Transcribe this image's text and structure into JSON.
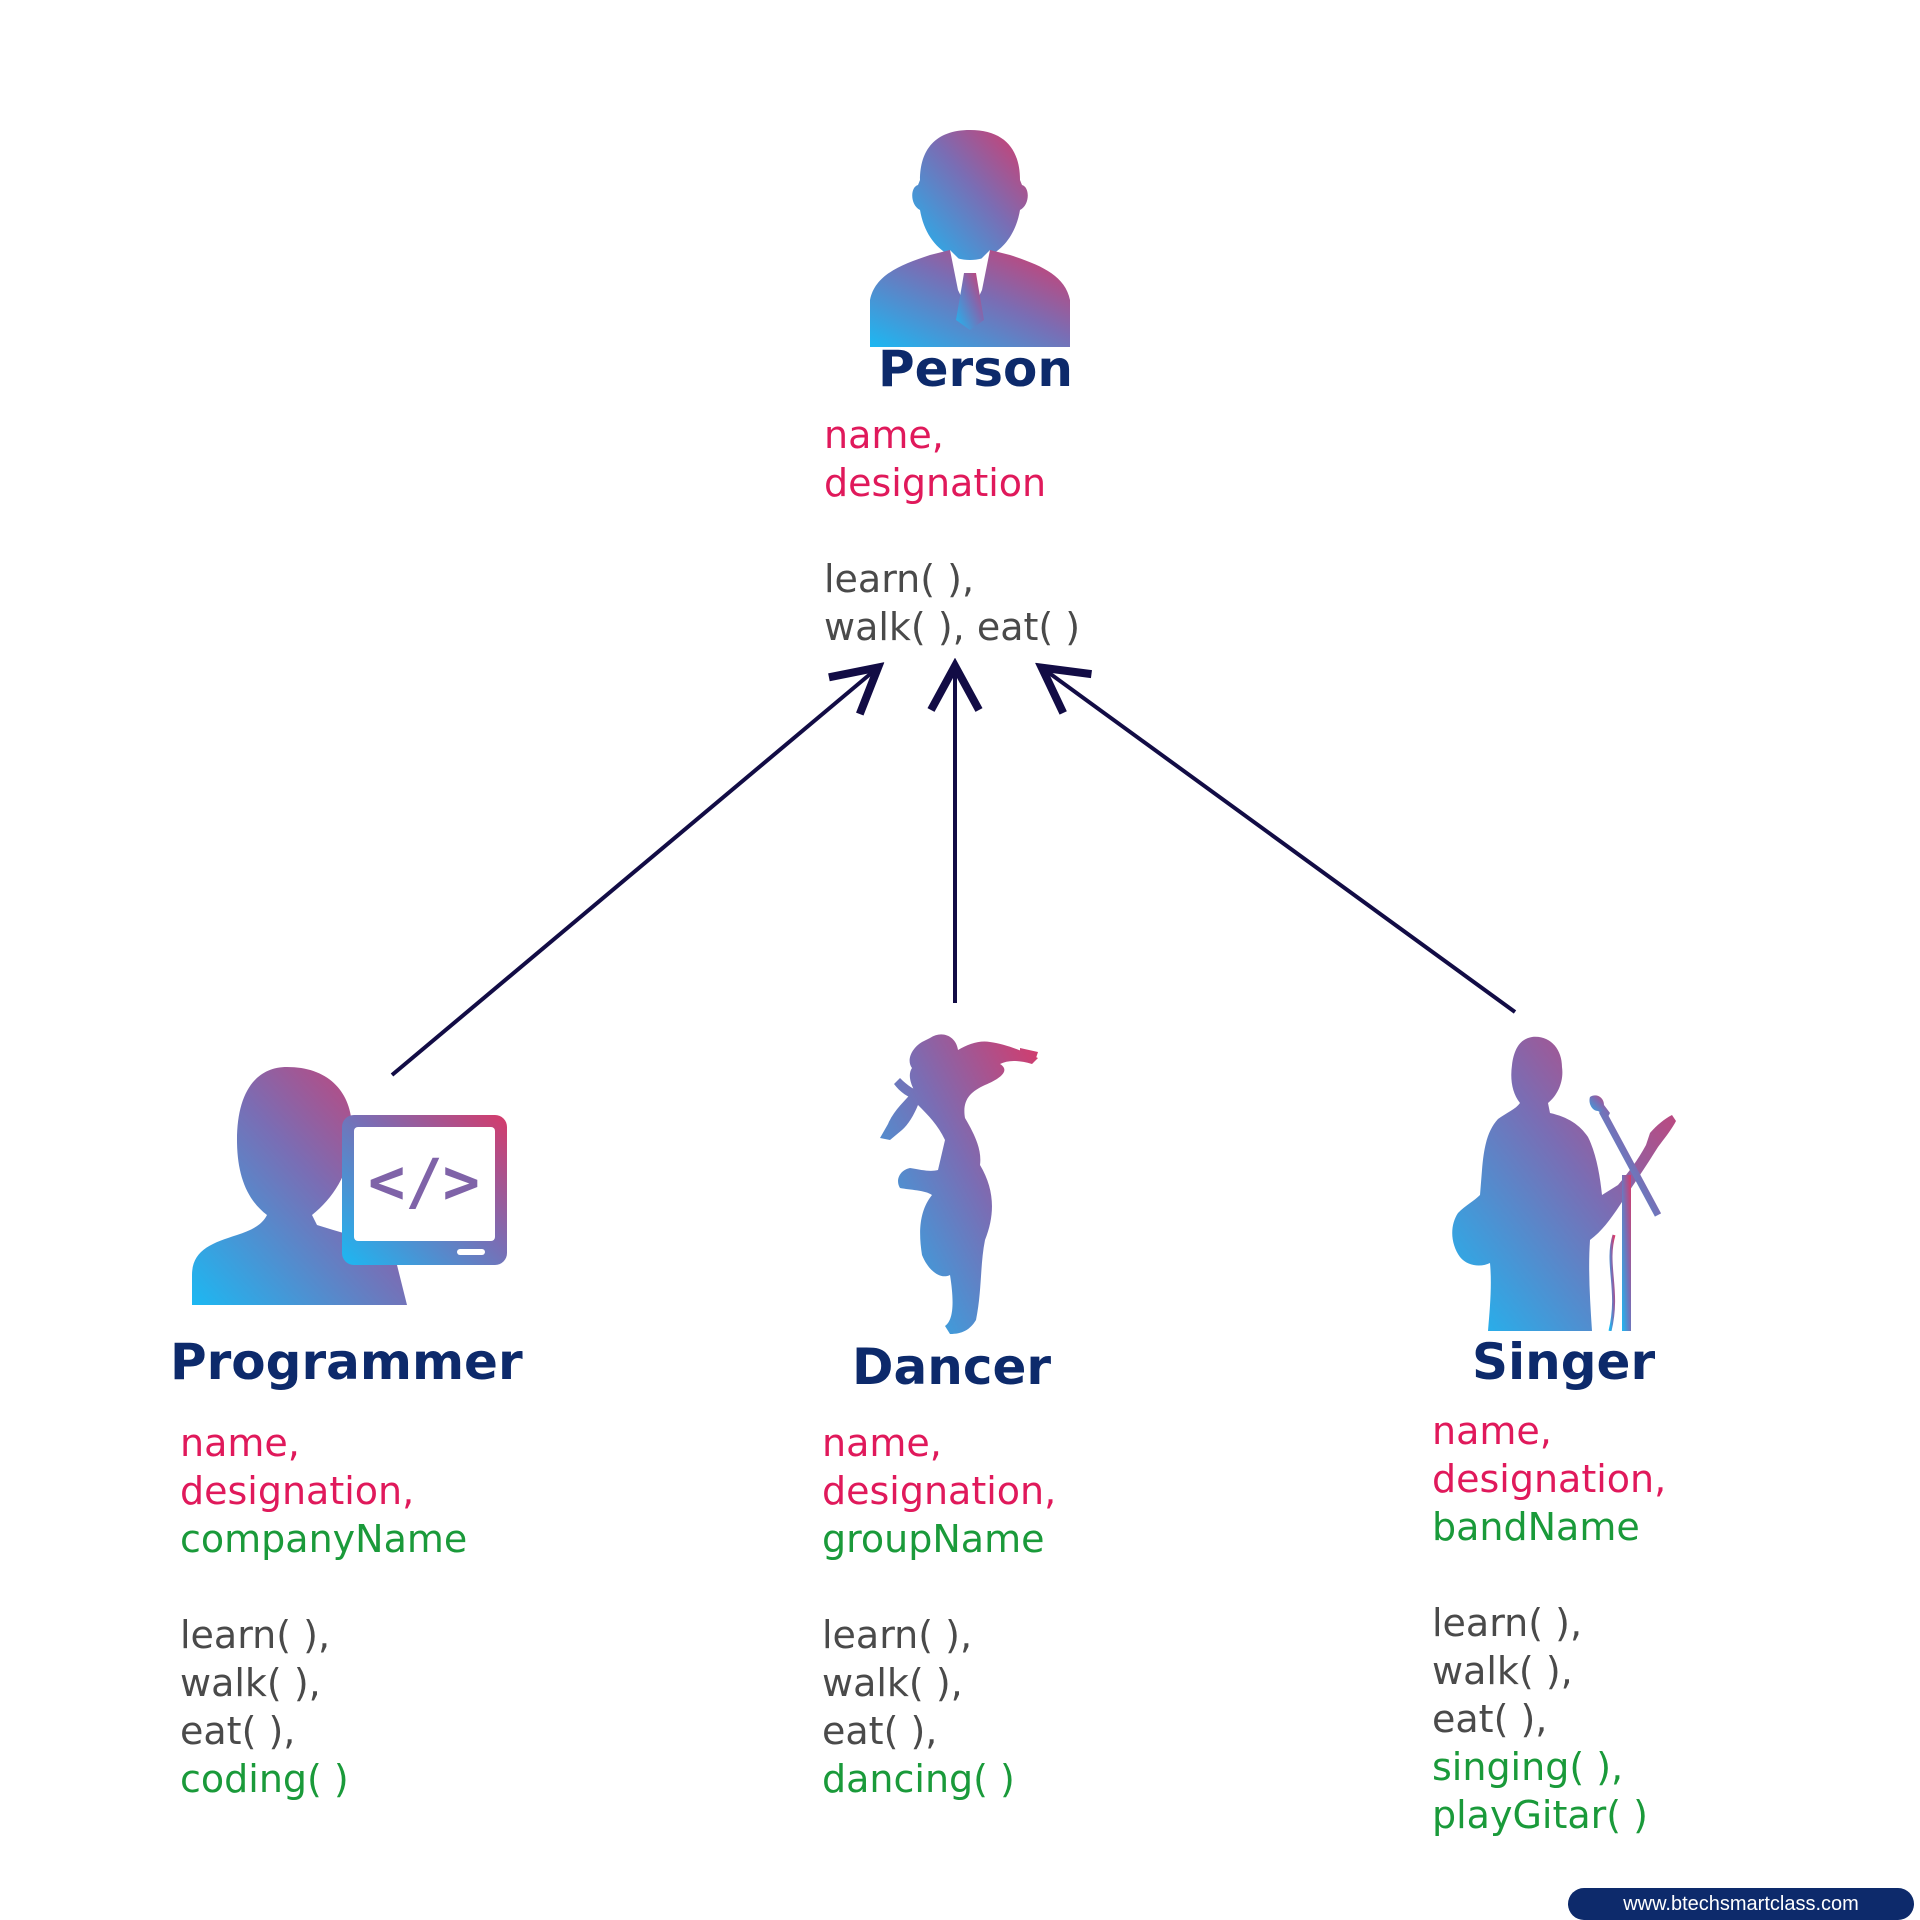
{
  "colors": {
    "title": "#0d2a6b",
    "inherited_attribute": "#e0195b",
    "own_member": "#1a9a3a",
    "method": "#4a4a4a",
    "arrow": "#120c45",
    "icon_gradient_start": "#1cb8f2",
    "icon_gradient_end": "#d63a6a"
  },
  "parent": {
    "icon": "person-icon",
    "title": "Person",
    "attributes": [
      "name,",
      "designation"
    ],
    "methods": [
      "learn( ),",
      "walk( ), eat( )"
    ]
  },
  "children": [
    {
      "icon": "programmer-icon",
      "title": "Programmer",
      "attributes": [
        "name,",
        "designation,"
      ],
      "own_attributes": [
        "companyName"
      ],
      "methods": [
        "learn( ),",
        "walk( ),",
        "eat( ),"
      ],
      "own_methods": [
        "coding( )"
      ]
    },
    {
      "icon": "dancer-icon",
      "title": "Dancer",
      "attributes": [
        "name,",
        "designation,"
      ],
      "own_attributes": [
        "groupName"
      ],
      "methods": [
        "learn( ),",
        "walk( ),",
        "eat( ),"
      ],
      "own_methods": [
        "dancing( )"
      ]
    },
    {
      "icon": "singer-icon",
      "title": "Singer",
      "attributes": [
        "name,",
        "designation,"
      ],
      "own_attributes": [
        "bandName"
      ],
      "methods": [
        "learn( ),",
        "walk( ),",
        "eat( ),"
      ],
      "own_methods": [
        "singing( ),",
        "playGitar( )"
      ]
    }
  ],
  "footer": "www.btechsmartclass.com"
}
